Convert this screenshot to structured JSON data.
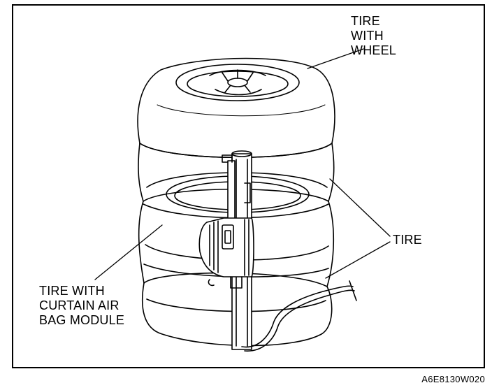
{
  "labels": {
    "tire_with_wheel": [
      "TIRE",
      "WITH",
      "WHEEL"
    ],
    "tire": "TIRE",
    "tire_with_module": [
      "TIRE WITH",
      "CURTAIN AIR",
      "BAG MODULE"
    ]
  },
  "figure_code": "A6E8130W020",
  "colors": {
    "line": "#000000",
    "background": "#ffffff"
  }
}
